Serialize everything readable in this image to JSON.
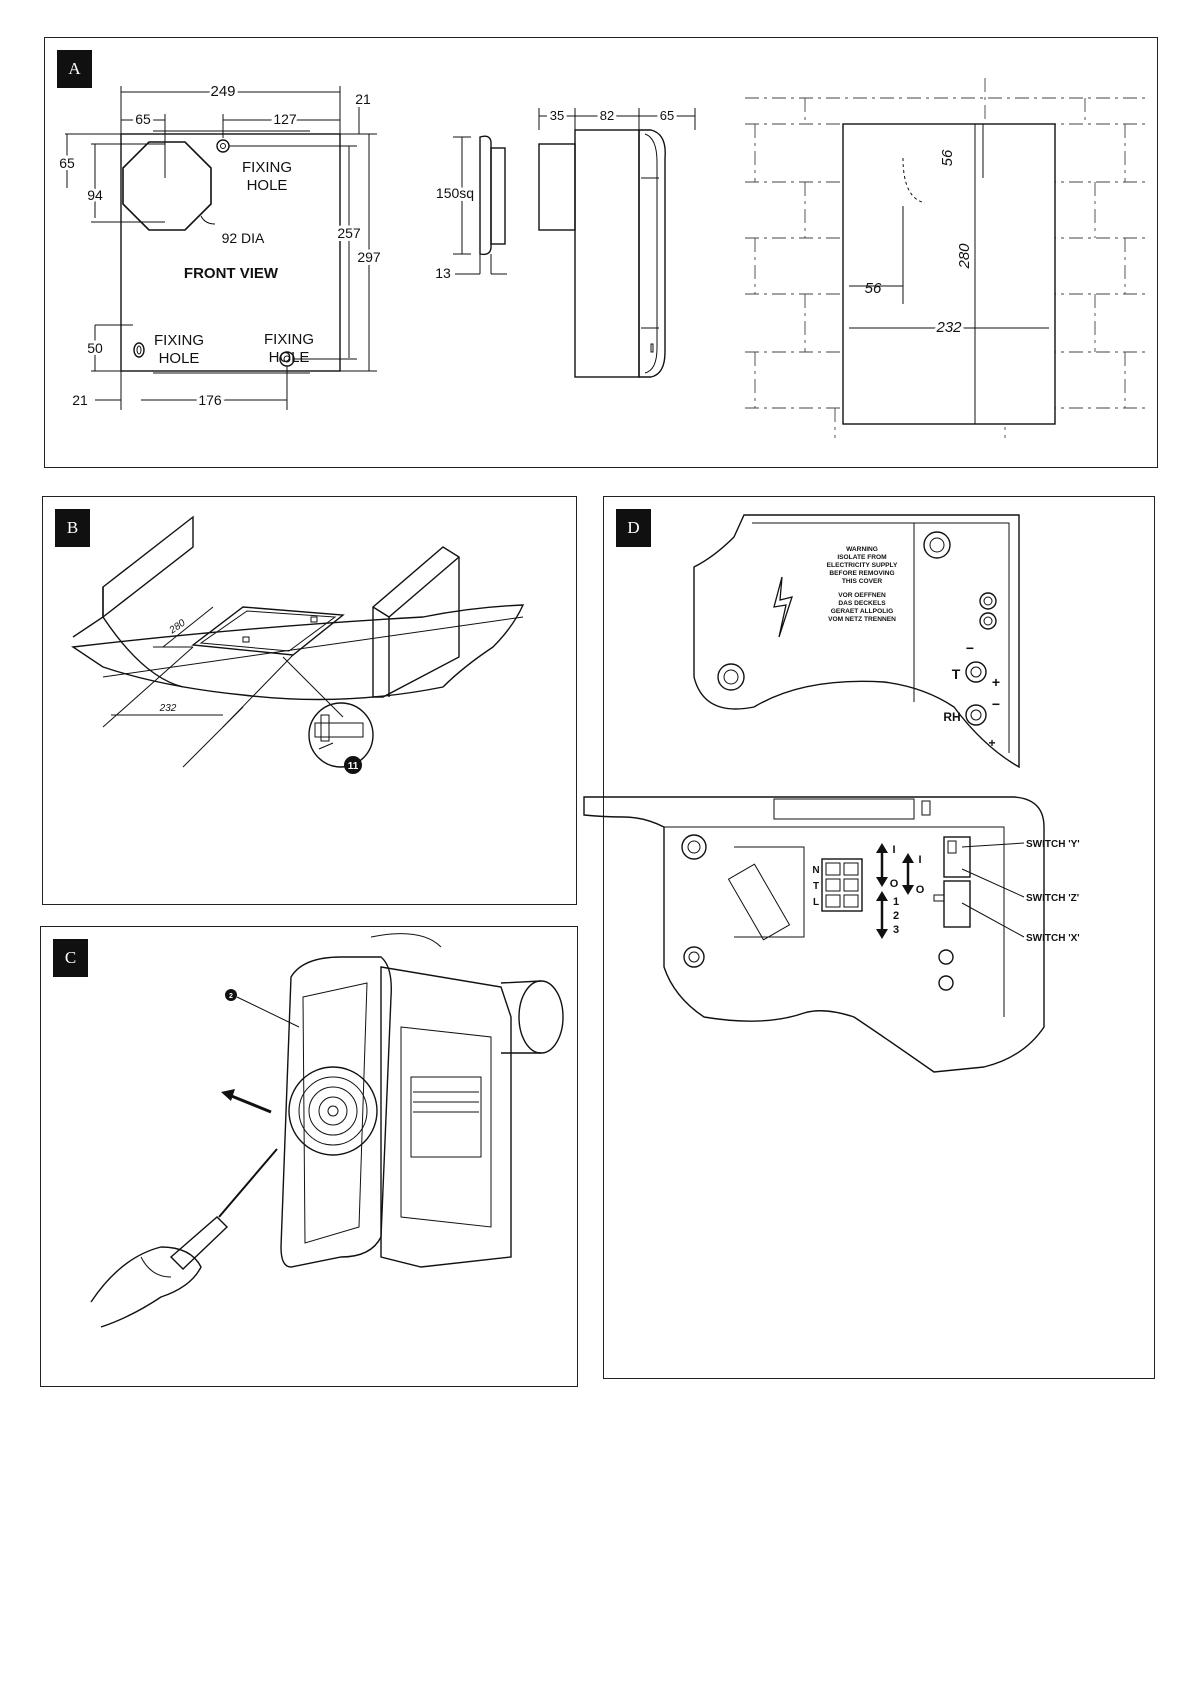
{
  "panels": {
    "a": {
      "tag": "A",
      "front_view": {
        "title": "FRONT VIEW",
        "fixing_hole_top": [
          "FIXING",
          "HOLE"
        ],
        "fixing_hole_left": [
          "FIXING",
          "HOLE"
        ],
        "fixing_hole_right": [
          "FIXING",
          "HOLE"
        ],
        "dia_label": "92 DIA",
        "dims": {
          "width": "249",
          "left_offset": "65",
          "hole_offset": "127",
          "top_gap": "21",
          "top_margin": "65",
          "center_height": "94",
          "inner_height": "257",
          "total_height": "297",
          "bottom_hole": "50",
          "left_gap": "21",
          "bottom_span": "176"
        }
      },
      "side_view": {
        "square": "150sq",
        "thickness": "13"
      },
      "profile_view": {
        "d1": "35",
        "d2": "82",
        "d3": "65"
      },
      "wall_view": {
        "d_top": "56",
        "d_left": "56",
        "height": "280",
        "width": "232"
      }
    },
    "b": {
      "tag": "B",
      "dim_280": "280",
      "dim_232": "232",
      "callout": "11"
    },
    "c": {
      "tag": "C",
      "callout": "2"
    },
    "d": {
      "tag": "D",
      "warning_en": [
        "WARNING",
        "ISOLATE FROM",
        "ELECTRICITY SUPPLY",
        "BEFORE REMOVING",
        "THIS COVER"
      ],
      "warning_de": [
        "VOR OEFFNEN",
        "DAS DECKELS",
        "GERAET ALLPOLIG",
        "VOM NETZ TRENNEN"
      ],
      "knob_t": "T",
      "knob_rh": "RH",
      "plus": "+",
      "minus": "−",
      "terminal_labels": [
        "N",
        "T",
        "L"
      ],
      "switch_y_marks": [
        "I",
        "O"
      ],
      "switch_z_marks": [
        "I",
        "O"
      ],
      "switch_x_marks": [
        "1",
        "2",
        "3"
      ],
      "switches": [
        "SWITCH 'Y'",
        "SWITCH 'Z'",
        "SWITCH 'X'"
      ]
    }
  }
}
